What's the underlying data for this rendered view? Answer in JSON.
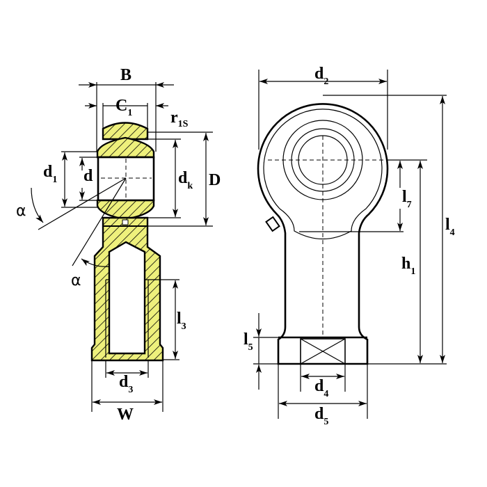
{
  "title": "Rod end with female thread - dimension drawing",
  "colors": {
    "hatch_fill": "#eef07c",
    "line": "#000000"
  },
  "side_view": {
    "B": {
      "main": "B",
      "sub": ""
    },
    "C1": {
      "main": "C",
      "sub": "1"
    },
    "r1s": {
      "main": "r",
      "sub": "1S"
    },
    "d1": {
      "main": "d",
      "sub": "1"
    },
    "d": {
      "main": "d",
      "sub": ""
    },
    "dk": {
      "main": "d",
      "sub": "k"
    },
    "D": {
      "main": "D",
      "sub": ""
    },
    "alpha_upper": "α",
    "alpha_lower": "α",
    "l3": {
      "main": "l",
      "sub": "3"
    },
    "d3": {
      "main": "d",
      "sub": "3"
    },
    "W": {
      "main": "W",
      "sub": ""
    }
  },
  "front_view": {
    "d2": {
      "main": "d",
      "sub": "2"
    },
    "l7": {
      "main": "l",
      "sub": "7"
    },
    "h1": {
      "main": "h",
      "sub": "1"
    },
    "l4": {
      "main": "l",
      "sub": "4"
    },
    "l5": {
      "main": "l",
      "sub": "5"
    },
    "d4": {
      "main": "d",
      "sub": "4"
    },
    "d5": {
      "main": "d",
      "sub": "5"
    }
  }
}
